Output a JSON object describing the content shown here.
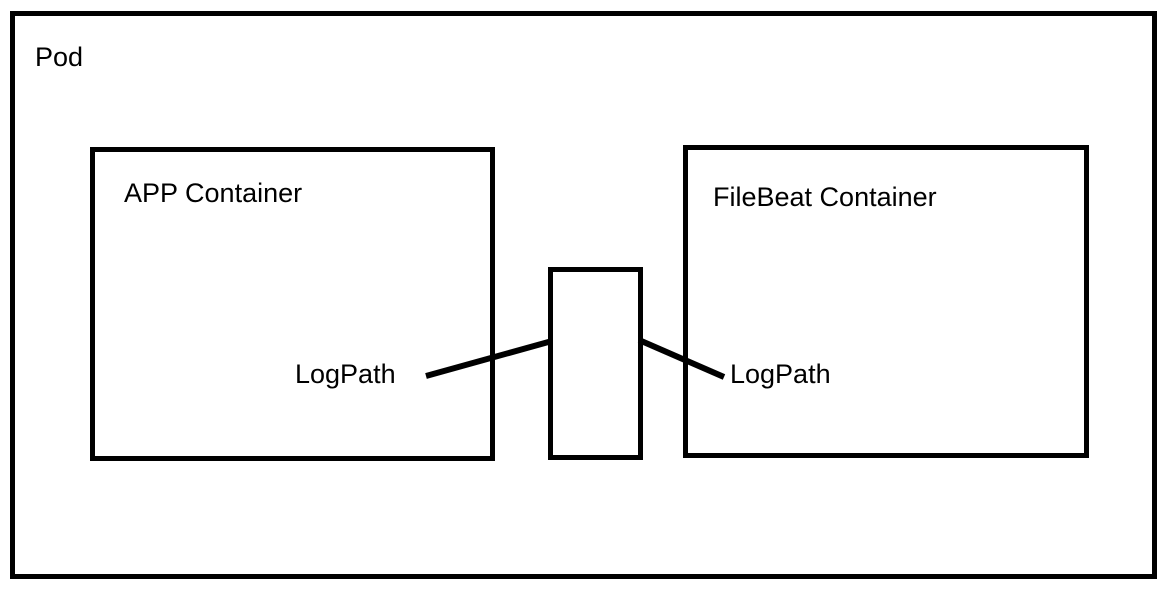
{
  "diagram": {
    "title": "Pod",
    "pod": {
      "label": "Pod"
    },
    "containers": [
      {
        "name": "app-container",
        "label": "APP Container"
      },
      {
        "name": "filebeat-container",
        "label": "FileBeat Container"
      }
    ],
    "shared_volume": {
      "name": "shared-volume",
      "label": "{}"
    },
    "connectors": [
      {
        "name": "app-logpath-connector",
        "label": "LogPath",
        "from": "app-container",
        "to": "shared-volume"
      },
      {
        "name": "filebeat-logpath-connector",
        "label": "LogPath",
        "from": "shared-volume",
        "to": "filebeat-container"
      }
    ],
    "colors": {
      "stroke": "#000000",
      "background": "#ffffff",
      "text": "#000000"
    }
  }
}
